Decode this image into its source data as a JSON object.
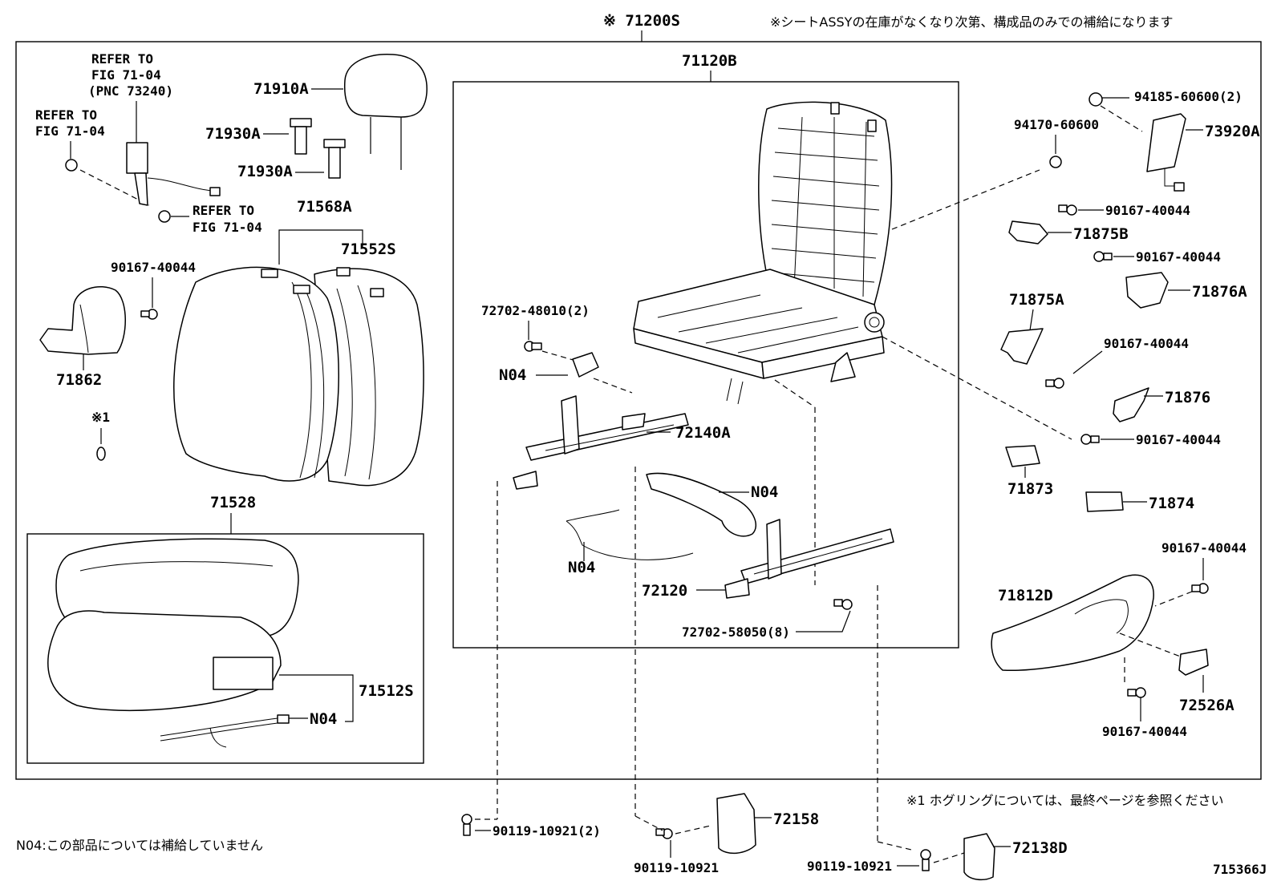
{
  "header": {
    "assy_code": "※ 71200S",
    "note": "※シートASSYの在庫がなくなり次第、構成品のみでの補給になります"
  },
  "parts": {
    "p71120B": "71120B",
    "p71910A": "71910A",
    "p71930A_1": "71930A",
    "p71930A_2": "71930A",
    "p71568A": "71568A",
    "p71552S": "71552S",
    "p90167_a": "90167-40044",
    "p71862": "71862",
    "p71528": "71528",
    "p71512S": "71512S",
    "pN04_cushion": "N04",
    "p72702_48010": "72702-48010(2)",
    "pN04_a": "N04",
    "p72140A": "72140A",
    "pN04_b": "N04",
    "pN04_c": "N04",
    "p72120": "72120",
    "p72702_58050": "72702-58050(8)",
    "p94185": "94185-60600(2)",
    "p94170": "94170-60600",
    "p73920A": "73920A",
    "p90167_b": "90167-40044",
    "p71875B": "71875B",
    "p90167_c": "90167-40044",
    "p71876A": "71876A",
    "p71875A": "71875A",
    "p90167_d": "90167-40044",
    "p71876": "71876",
    "p90167_e": "90167-40044",
    "p71873": "71873",
    "p71874": "71874",
    "p90167_f": "90167-40044",
    "p71812D": "71812D",
    "p72526A": "72526A",
    "p90167_g": "90167-40044",
    "p90119_a": "90119-10921(2)",
    "p72158": "72158",
    "p90119_b": "90119-10921",
    "p90119_c": "90119-10921",
    "p72138D": "72138D"
  },
  "refs": {
    "r1_line1": "REFER TO",
    "r1_line2": "FIG 71-04",
    "r1_line3": "(PNC 73240)",
    "r2_line1": "REFER TO",
    "r2_line2": "FIG 71-04",
    "r3_line1": "REFER TO",
    "r3_line2": "FIG 71-04",
    "hog_mark": "※1"
  },
  "notes": {
    "hog_note": "※1  ホグリングについては、最終ページを参照ください",
    "n04_note": "N04:この部品については補給していません",
    "fig_id": "715366J"
  }
}
